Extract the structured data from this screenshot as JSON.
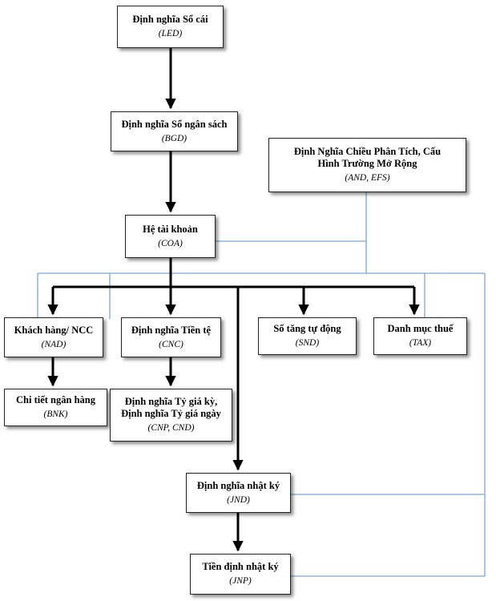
{
  "nodes": {
    "led": {
      "title": "Định nghĩa Sổ cái",
      "code": "(LED)"
    },
    "bgd": {
      "title": "Định nghĩa Sổ ngân sách",
      "code": "(BGD)"
    },
    "and_efs": {
      "title": "Định Nghĩa Chiều Phân Tích, Cấu\nHình Trường Mở Rộng",
      "code": "(AND, EFS)"
    },
    "coa": {
      "title": "Hệ tài khoản",
      "code": "(COA)"
    },
    "nad": {
      "title": "Khách hàng/ NCC",
      "code": "(NAD)"
    },
    "cnc": {
      "title": "Định nghĩa Tiền tệ",
      "code": "(CNC)"
    },
    "snd": {
      "title": "Số tăng tự động",
      "code": "(SND)"
    },
    "tax": {
      "title": "Danh mục thuế",
      "code": "(TAX)"
    },
    "bnk": {
      "title": "Chi tiết ngân hàng",
      "code": "(BNK)"
    },
    "cnp_cnd": {
      "title": "Định nghĩa Tỷ giá kỳ,\nĐịnh nghĩa Tỷ giá ngày",
      "code": "(CNP, CND)"
    },
    "jnd": {
      "title": "Định nghĩa nhật ký",
      "code": "(JND)"
    },
    "jnp": {
      "title": "Tiền định nhật ký",
      "code": "(JNP)"
    }
  },
  "colors": {
    "arrow": "#000000",
    "connector": "#7fa7d1",
    "border": "#222222"
  }
}
